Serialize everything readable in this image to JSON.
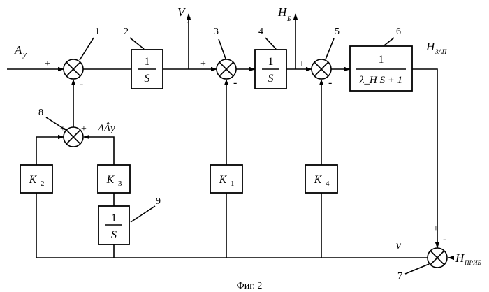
{
  "blocks": [
    {
      "id": "b2",
      "number": "2",
      "num": "1",
      "den": "S"
    },
    {
      "id": "b4",
      "number": "4",
      "num": "1",
      "den": "S"
    },
    {
      "id": "b6",
      "number": "6",
      "num": "1",
      "den": "λ_H S + 1"
    },
    {
      "id": "b9",
      "number": "9",
      "num": "1",
      "den": "S"
    },
    {
      "id": "k2",
      "label": "K",
      "sub": "2"
    },
    {
      "id": "k3",
      "label": "K",
      "sub": "3"
    },
    {
      "id": "k1",
      "label": "K",
      "sub": "1"
    },
    {
      "id": "k4",
      "label": "K",
      "sub": "4"
    }
  ],
  "summers": [
    {
      "id": "s1",
      "number": "1",
      "signs": [
        "+",
        "-"
      ]
    },
    {
      "id": "s3",
      "number": "3",
      "signs": [
        "+",
        "-"
      ]
    },
    {
      "id": "s5",
      "number": "5",
      "signs": [
        "+",
        "-"
      ]
    },
    {
      "id": "s8",
      "number": "8",
      "signs": [
        "+",
        "+"
      ]
    },
    {
      "id": "s7",
      "number": "7",
      "signs": [
        "+",
        "-"
      ]
    }
  ],
  "signals": {
    "input": {
      "main": "A",
      "sub": "y"
    },
    "vy": {
      "main": "V",
      "sub": "y"
    },
    "hb": {
      "main": "H",
      "sub": "Б"
    },
    "hzap": {
      "main": "H",
      "sub": "ЗАП"
    },
    "delta_ay": "ΔÂy",
    "nu": "ν",
    "hprib": {
      "main": "H",
      "sub": "ПРИБ"
    }
  },
  "caption": "Фиг. 2"
}
